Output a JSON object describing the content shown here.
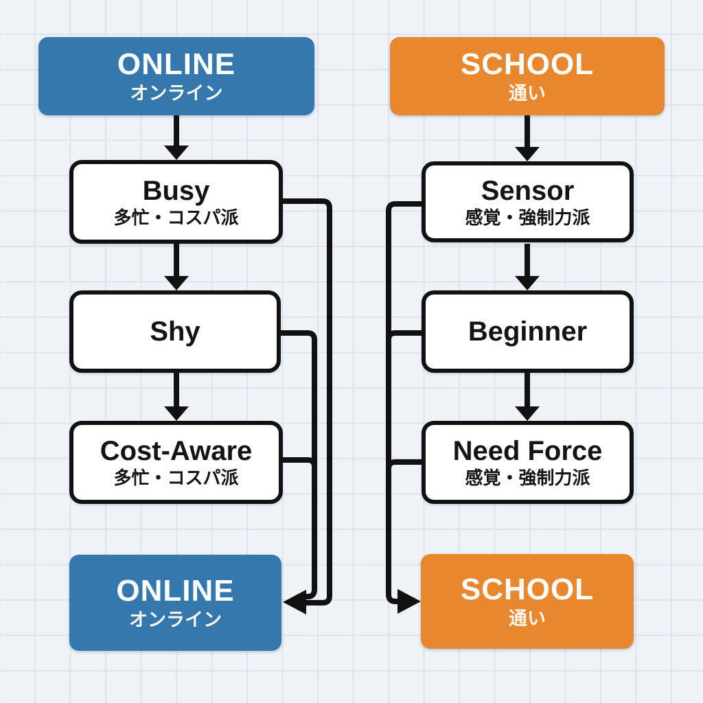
{
  "canvas": {
    "background": "#eff3f8",
    "grid_line_color": "#dde4ee",
    "line_color": "#111111"
  },
  "colors": {
    "online_blue": "#3478ad",
    "school_orange": "#e9872f",
    "node_fill": "#ffffff",
    "node_border": "#111111",
    "text_dark": "#141414",
    "text_light": "#ffffff"
  },
  "columns": [
    {
      "id": "online",
      "header": {
        "title": "ONLINE",
        "subtitle": "オンライン"
      },
      "nodes": [
        {
          "title": "Busy",
          "subtitle": "多忙・コスパ派"
        },
        {
          "title": "Shy",
          "subtitle": ""
        },
        {
          "title": "Cost-Aware",
          "subtitle": "多忙・コスパ派"
        }
      ],
      "footer": {
        "title": "ONLINE",
        "subtitle": "オンライン"
      }
    },
    {
      "id": "school",
      "header": {
        "title": "SCHOOL",
        "subtitle": "通い"
      },
      "nodes": [
        {
          "title": "Sensor",
          "subtitle": "感覚・強制力派"
        },
        {
          "title": "Beginner",
          "subtitle": ""
        },
        {
          "title": "Need Force",
          "subtitle": "感覚・強制力派"
        }
      ],
      "footer": {
        "title": "SCHOOL",
        "subtitle": "通い"
      }
    }
  ]
}
